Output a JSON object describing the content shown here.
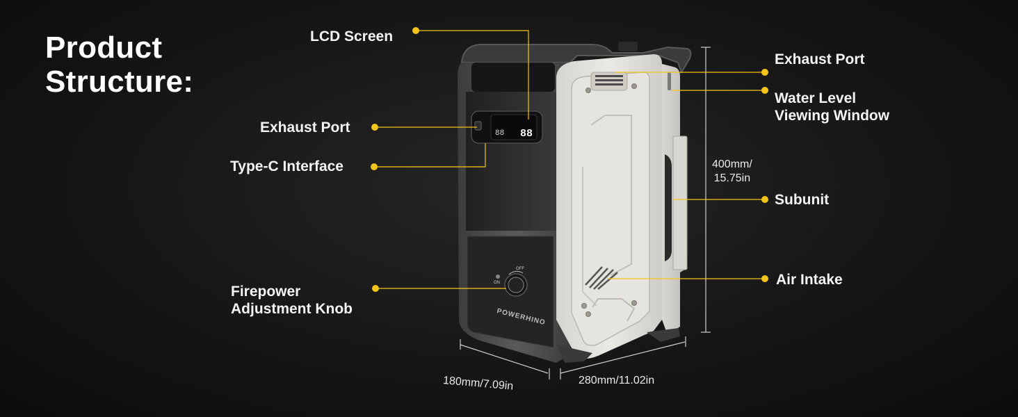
{
  "title": {
    "line1": "Product",
    "line2": "Structure:"
  },
  "callouts": {
    "lcd_screen": "LCD Screen",
    "exhaust_port_left": "Exhaust Port",
    "type_c": "Type-C Interface",
    "firepower_knob": {
      "line1": "Firepower",
      "line2": "Adjustment Knob"
    },
    "exhaust_port_right": "Exhaust Port",
    "water_level": {
      "line1": "Water Level",
      "line2": "Viewing Window"
    },
    "subunit": "Subunit",
    "air_intake": "Air Intake"
  },
  "dimensions": {
    "height": {
      "line1": "400mm/",
      "line2": "15.75in"
    },
    "depth": "180mm/7.09in",
    "width": "280mm/11.02in"
  },
  "device": {
    "brand": "POWERHINO",
    "knob_off": "OFF",
    "knob_on": "ON",
    "lcd_digits_1": "88",
    "lcd_digits_2": "88"
  },
  "colors": {
    "accent": "#f3c41b",
    "body_light": "#e4e2dc",
    "body_dark": "#2a2a2a"
  }
}
